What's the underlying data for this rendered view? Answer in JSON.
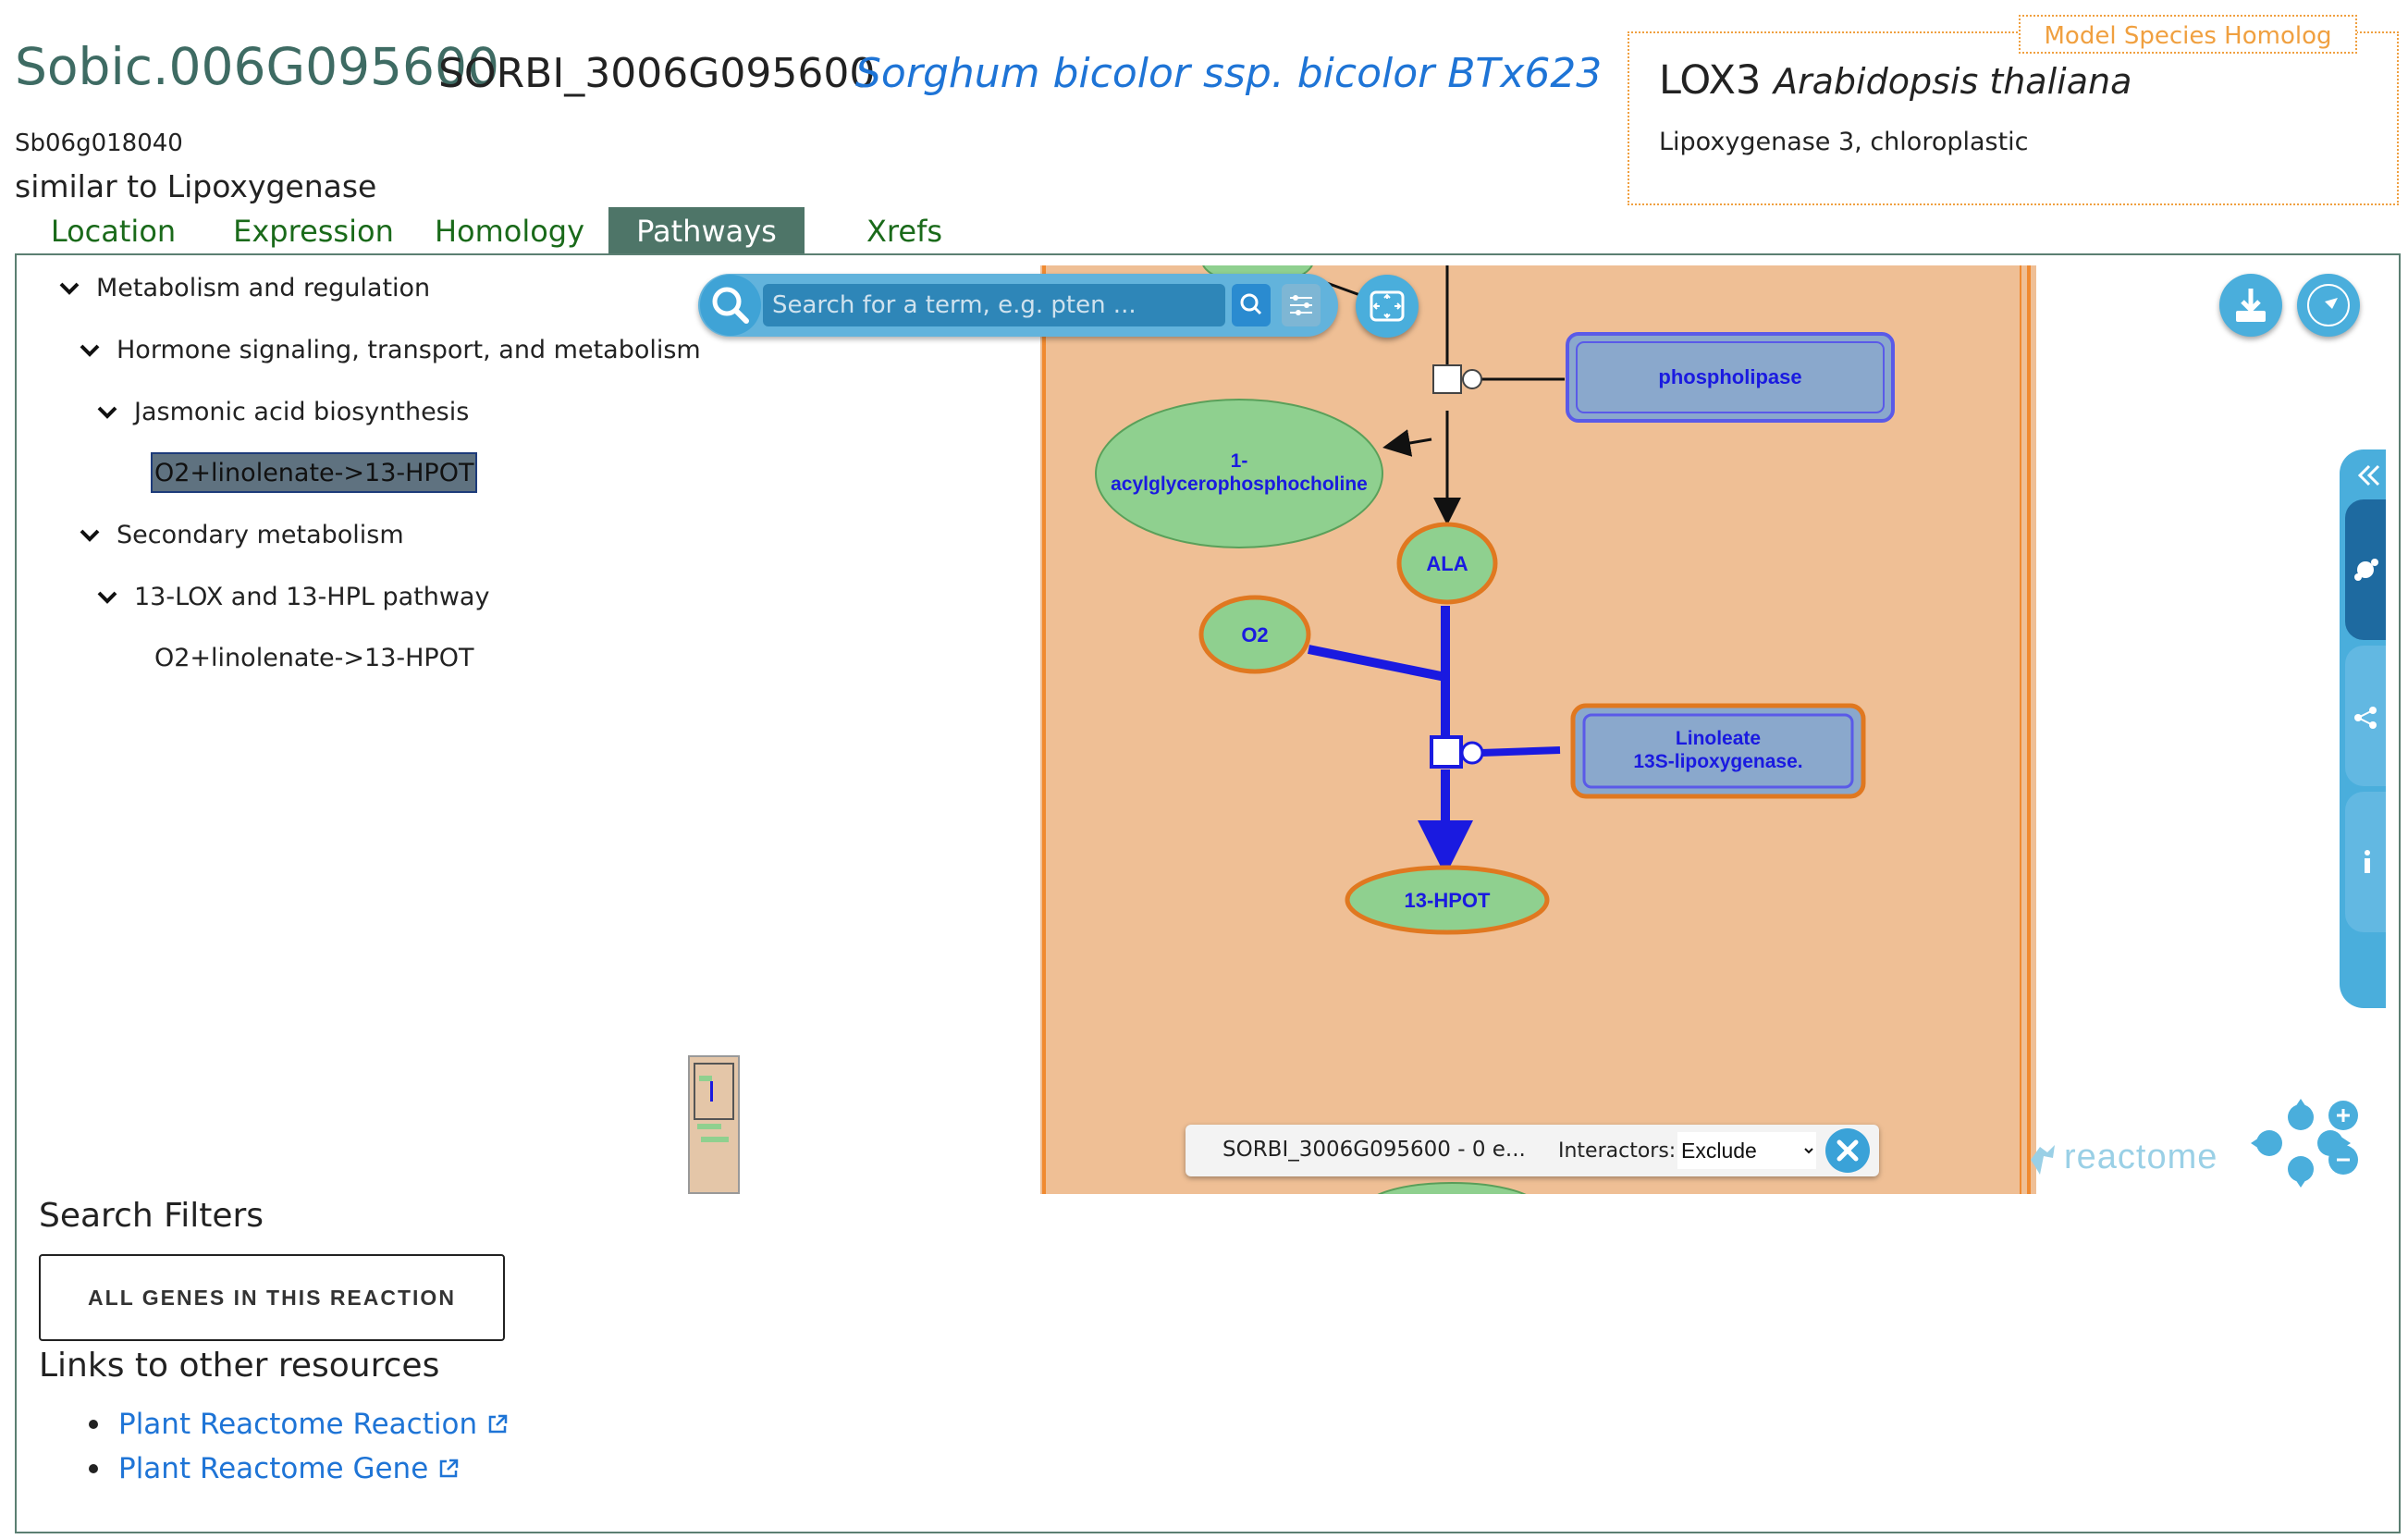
{
  "header": {
    "gene_id": "Sobic.006G095600",
    "sorbi_id": "SORBI_3006G095600",
    "species": "Sorghum bicolor ssp. bicolor BTx623",
    "synonym": "Sb06g018040",
    "description": "similar to Lipoxygenase"
  },
  "homolog": {
    "label": "Model Species Homolog",
    "name": "LOX3",
    "species": "Arabidopsis thaliana",
    "description": "Lipoxygenase 3, chloroplastic"
  },
  "tabs": [
    {
      "label": "Location"
    },
    {
      "label": "Expression"
    },
    {
      "label": "Homology"
    },
    {
      "label": "Pathways"
    },
    {
      "label": "Xrefs"
    }
  ],
  "tree": {
    "items": [
      {
        "label": "Metabolism and regulation"
      },
      {
        "label": "Hormone signaling, transport, and metabolism"
      },
      {
        "label": "Jasmonic acid biosynthesis"
      },
      {
        "label": "O2+linolenate->13-HPOT"
      },
      {
        "label": "Secondary metabolism"
      },
      {
        "label": "13-LOX and 13-HPL pathway"
      },
      {
        "label": "O2+linolenate->13-HPOT"
      }
    ]
  },
  "diagram": {
    "search_placeholder": "Search for a term, e.g. pten ...",
    "nodes": {
      "phospholipase": "phospholipase",
      "acyl_line1": "1-",
      "acyl_line2": "acylglycerophosphocholine",
      "ala": "ALA",
      "o2": "O2",
      "lox_line1": "Linoleate",
      "lox_line2": "13S-lipoxygenase.",
      "hpot": "13-HPOT"
    },
    "info_bar_text": "SORBI_3006G095600 - 0 e...",
    "interactors_label": "Interactors:",
    "interactors_value": "Exclude",
    "interactors_options": [
      "Exclude"
    ],
    "logo_text": "reactome"
  },
  "search_filters": {
    "heading": "Search Filters",
    "button_label": "ALL GENES IN THIS REACTION"
  },
  "links": {
    "heading": "Links to other resources",
    "items": [
      {
        "label": "Plant Reactome Reaction"
      },
      {
        "label": "Plant Reactome Gene"
      }
    ]
  },
  "colors": {
    "brand_green": "#3e6b63",
    "tab_active": "#4e7568",
    "link_blue": "#1e74d6",
    "homolog_orange": "#f0a040",
    "diagram_bg": "#efbf95",
    "widget_blue": "#4aaedc"
  }
}
